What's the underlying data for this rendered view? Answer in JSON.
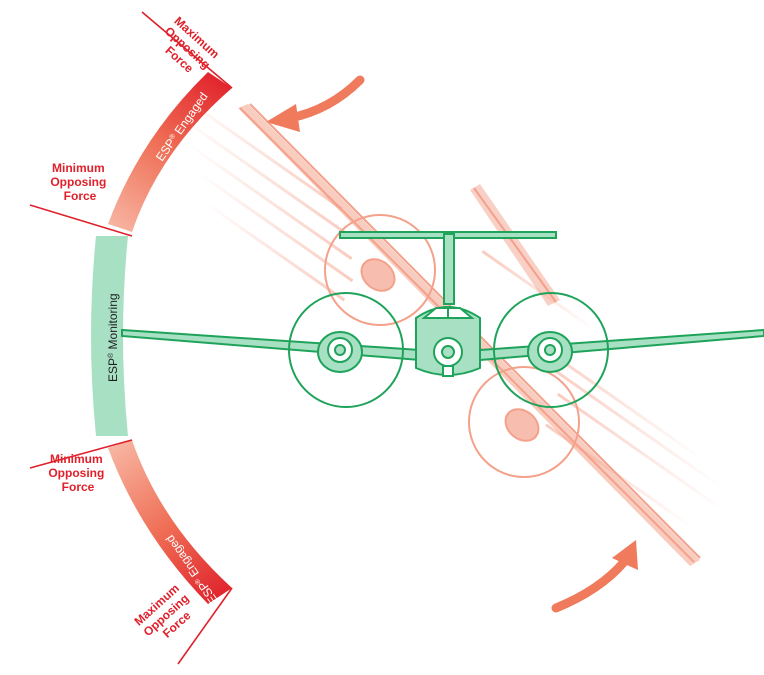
{
  "colors": {
    "engaged_red": "#e0202a",
    "engaged_salmon": "#f07a5c",
    "monitoring_green": "#a8e0c4",
    "aircraft_green": "#1fa35a",
    "banked_salmon": "#f29177",
    "label_dark": "#1e1e1e"
  },
  "arc_labels": {
    "top_max": [
      "Maximum",
      "Opposing",
      "Force"
    ],
    "top_min": [
      "Minimum",
      "Opposing",
      "Force"
    ],
    "bottom_min": [
      "Minimum",
      "Opposing",
      "Force"
    ],
    "bottom_max": [
      "Maximum",
      "Opposing",
      "Force"
    ]
  },
  "segments": {
    "engaged_top": {
      "prefix": "ESP",
      "mark": "®",
      "suffix": " Engaged"
    },
    "monitoring": {
      "prefix": "ESP",
      "mark": "®",
      "suffix": " Monitoring"
    },
    "engaged_bottom": {
      "prefix": "ESP",
      "mark": "®",
      "suffix": " Engaged"
    }
  },
  "icons": [
    "rotation-arrow-icon",
    "aircraft-icon"
  ]
}
